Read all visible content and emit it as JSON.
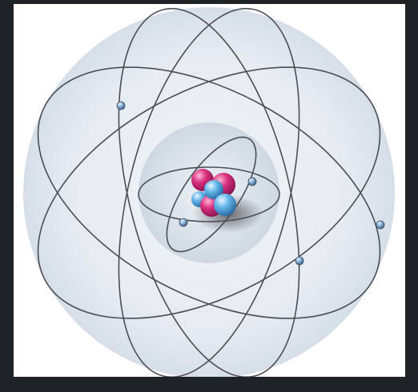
{
  "image": {
    "subject": "atom",
    "colors": {
      "frame": "#1f2326",
      "background": "#ffffff",
      "outer_sphere": "#dfe6ee",
      "inner_sphere": "#d3dbe4",
      "orbit_line": "#4a4f56",
      "electron": "#7ea7cf",
      "proton": "#d42f7d",
      "neutron": "#5fb0e6"
    },
    "counts": {
      "outer_orbits": 4,
      "inner_orbits": 2,
      "electrons": 5,
      "nucleus_particles": 6
    }
  }
}
